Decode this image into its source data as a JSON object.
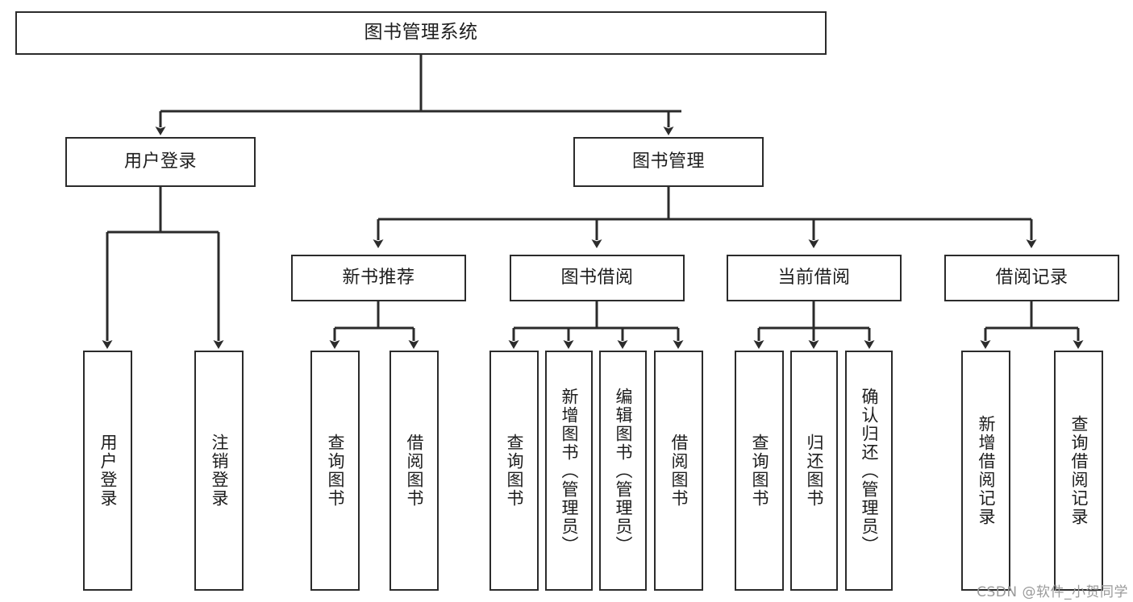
{
  "diagram": {
    "type": "tree",
    "title": "图书管理系统",
    "root": {
      "id": "root",
      "label": "图书管理系统"
    },
    "level2": [
      {
        "id": "user-login",
        "label": "用户登录"
      },
      {
        "id": "book-manage",
        "label": "图书管理"
      }
    ],
    "level3": [
      {
        "id": "new-book-rec",
        "label": "新书推荐",
        "parent": "book-manage"
      },
      {
        "id": "book-borrow",
        "label": "图书借阅",
        "parent": "book-manage"
      },
      {
        "id": "current-borrow",
        "label": "当前借阅",
        "parent": "book-manage"
      },
      {
        "id": "borrow-record",
        "label": "借阅记录",
        "parent": "book-manage"
      }
    ],
    "leaves": [
      {
        "id": "leaf-user-login",
        "label": "用户登录",
        "parent": "user-login"
      },
      {
        "id": "leaf-logout",
        "label": "注销登录",
        "parent": "user-login"
      },
      {
        "id": "leaf-query-book-1",
        "label": "查询图书",
        "parent": "new-book-rec"
      },
      {
        "id": "leaf-borrow-book-1",
        "label": "借阅图书",
        "parent": "new-book-rec"
      },
      {
        "id": "leaf-query-book-2",
        "label": "查询图书",
        "parent": "book-borrow"
      },
      {
        "id": "leaf-add-book",
        "label": "新增图书（管理员）",
        "parent": "book-borrow"
      },
      {
        "id": "leaf-edit-book",
        "label": "编辑图书（管理员）",
        "parent": "book-borrow"
      },
      {
        "id": "leaf-borrow-book-2",
        "label": "借阅图书",
        "parent": "book-borrow"
      },
      {
        "id": "leaf-query-book-3",
        "label": "查询图书",
        "parent": "current-borrow"
      },
      {
        "id": "leaf-return-book",
        "label": "归还图书",
        "parent": "current-borrow"
      },
      {
        "id": "leaf-confirm-return",
        "label": "确认归还（管理员）",
        "parent": "current-borrow"
      },
      {
        "id": "leaf-add-record",
        "label": "新增借阅记录",
        "parent": "borrow-record"
      },
      {
        "id": "leaf-query-record",
        "label": "查询借阅记录",
        "parent": "borrow-record"
      }
    ],
    "colors": {
      "stroke": "#2b2b2b",
      "fill": "#ffffff",
      "text": "#1d1d1d",
      "watermark": "#9a9a9a"
    }
  },
  "watermark": {
    "text": "CSDN @软件_小贺同学"
  }
}
